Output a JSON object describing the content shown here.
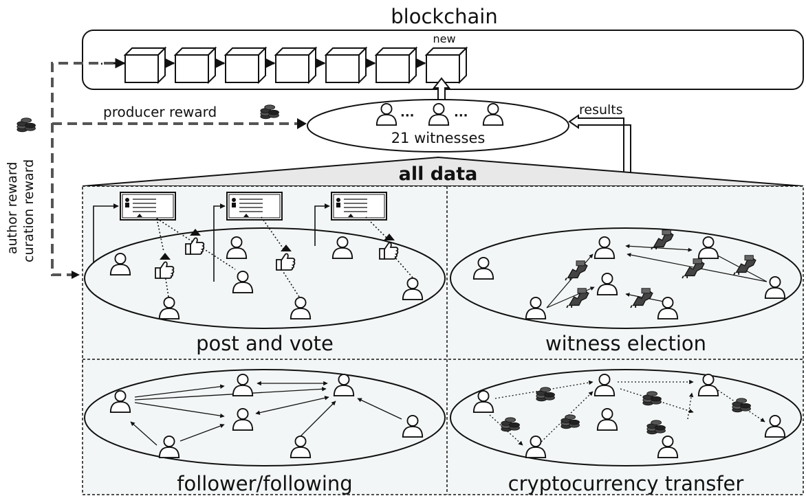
{
  "blockchain": {
    "title": "blockchain",
    "new_block_label": "new",
    "ellipsis": "···"
  },
  "witnesses": {
    "label": "21 witnesses",
    "dots": "···",
    "results_label": "results"
  },
  "rewards": {
    "producer": "producer reward",
    "author": "author reward",
    "curation": "curation reward"
  },
  "all_data": {
    "label": "all data"
  },
  "panels": {
    "post_and_vote": "post and vote",
    "witness_election": "witness election",
    "follower_following": "follower/following",
    "cryptocurrency_transfer": "cryptocurrency transfer"
  },
  "icons": {
    "user": "user-icon",
    "block": "block-cube-icon",
    "coin_stack": "coin-stack-icon",
    "thumbs_up": "thumbs-up-icon",
    "post": "post-card-icon",
    "vote_hand": "voting-hand-icon"
  },
  "colors": {
    "panel_fill": "#f3f6f6",
    "line": "#111111",
    "dashed_arrow": "#555555"
  }
}
